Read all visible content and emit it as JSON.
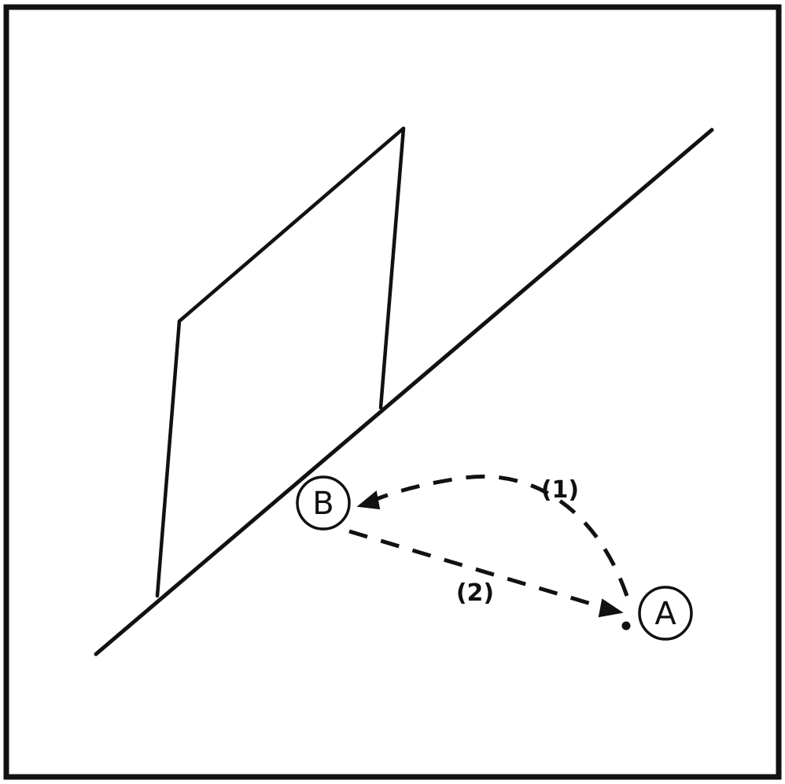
{
  "diagram": {
    "nodes": [
      {
        "id": "B",
        "label": "B"
      },
      {
        "id": "A",
        "label": "A"
      }
    ],
    "paths": [
      {
        "id": "path-1",
        "label": "(1)",
        "from": "A",
        "to": "B",
        "style": "dashed",
        "shape": "curved arc"
      },
      {
        "id": "path-2",
        "label": "(2)",
        "from": "B",
        "to": "A",
        "style": "dashed",
        "shape": "straight"
      }
    ],
    "elements": [
      {
        "id": "ground-line",
        "kind": "solid line"
      },
      {
        "id": "wall-plane",
        "kind": "parallelogram standing on ground line"
      },
      {
        "id": "point-a",
        "kind": "small filled dot beside node A"
      }
    ],
    "colors": {
      "ink": "#111111",
      "background": "#ffffff"
    }
  }
}
